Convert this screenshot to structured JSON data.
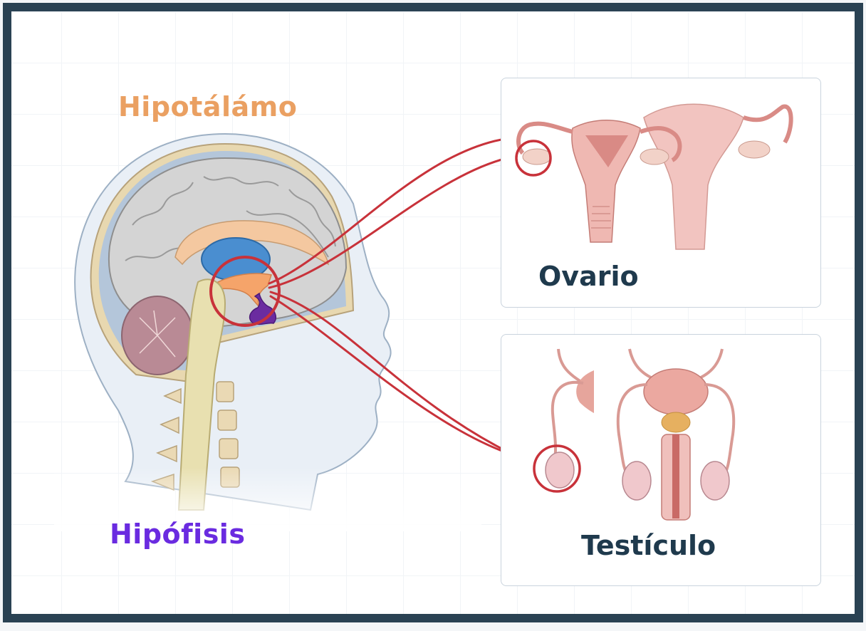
{
  "diagram": {
    "labels": {
      "hypothalamus": "Hipotálámo",
      "pituitary": "Hipófisis",
      "ovary": "Ovario",
      "testicle": "Testículo"
    },
    "colors": {
      "frame_border": "#2a4253",
      "hypothalamus_label": "#eaa062",
      "pituitary_label": "#6a2be0",
      "panel_title": "#1f3a4d",
      "highlight_circle": "#c8323a",
      "connector_line": "#c8323a",
      "hypothalamus_region": "#f5a46a",
      "pituitary_gland": "#6b2ca0",
      "ventricle": "#4a8ed0",
      "brain": "#d6d6d6",
      "cerebellum": "#b98a95"
    },
    "panels": [
      {
        "id": "ovary",
        "title": "Ovario",
        "content": "female reproductive organs (uterus, fallopian tubes, ovaries)"
      },
      {
        "id": "testicle",
        "title": "Testículo",
        "content": "male reproductive organs (bladder, prostate, penis, testes)"
      }
    ],
    "connections": [
      {
        "from": "hypothalamus-pituitary-circle",
        "to": "ovary-circle"
      },
      {
        "from": "hypothalamus-pituitary-circle",
        "to": "testicle-circle"
      }
    ]
  }
}
